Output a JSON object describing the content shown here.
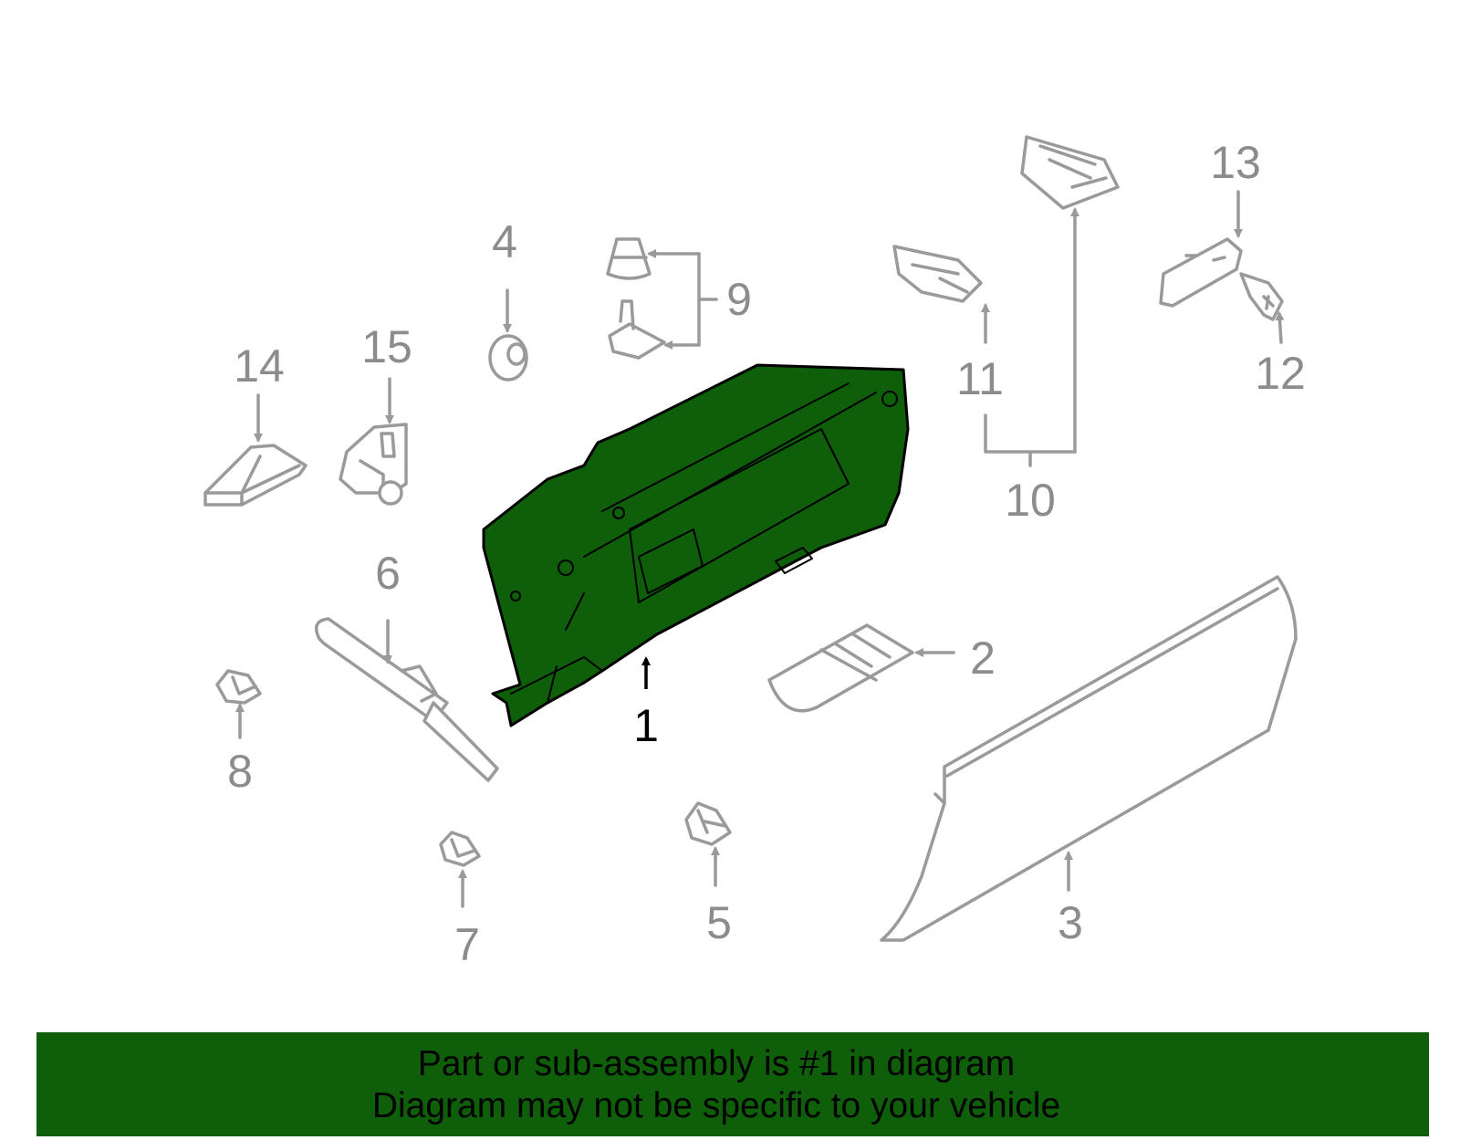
{
  "colors": {
    "highlight": "#0e5e0a",
    "part_outline": "#9a9a9a",
    "label_gray": "#8c8c8c",
    "banner_bg": "#0e5e0a"
  },
  "callouts": {
    "c1": "1",
    "c2": "2",
    "c3": "3",
    "c4": "4",
    "c5": "5",
    "c6": "6",
    "c7": "7",
    "c8": "8",
    "c9": "9",
    "c10": "10",
    "c11": "11",
    "c12": "12",
    "c13": "13",
    "c14": "14",
    "c15": "15"
  },
  "banner": {
    "line1": "Part or sub-assembly is #1 in diagram",
    "line2": "Diagram may not be specific to your vehicle"
  }
}
